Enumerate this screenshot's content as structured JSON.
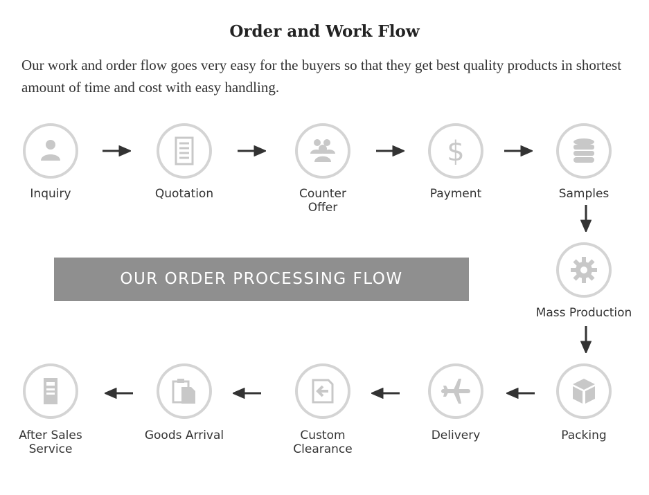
{
  "header": {
    "title": "Order and Work Flow",
    "intro": "Our work and order flow goes very easy for the buyers so that they get best quality products in shortest amount of time and cost with easy handling."
  },
  "diagram": {
    "banner": "OUR ORDER PROCESSING FLOW",
    "colors": {
      "circle_border": "#d4d4d4",
      "icon_gray": "#c8c8c8",
      "arrow": "#333333",
      "banner_bg": "#8f8f8f"
    },
    "steps": [
      {
        "id": "inquiry",
        "label_lines": [
          "Inquiry"
        ],
        "icon": "person-icon"
      },
      {
        "id": "quotation",
        "label_lines": [
          "Quotation"
        ],
        "icon": "document-icon"
      },
      {
        "id": "counter-offer",
        "label_lines": [
          "Counter",
          "Offer"
        ],
        "icon": "group-icon"
      },
      {
        "id": "payment",
        "label_lines": [
          "Payment"
        ],
        "icon": "dollar-icon"
      },
      {
        "id": "samples",
        "label_lines": [
          "Samples"
        ],
        "icon": "database-icon"
      },
      {
        "id": "mass-production",
        "label_lines": [
          "Mass Production"
        ],
        "icon": "gear-icon"
      },
      {
        "id": "packing",
        "label_lines": [
          "Packing"
        ],
        "icon": "box-icon"
      },
      {
        "id": "delivery",
        "label_lines": [
          "Delivery"
        ],
        "icon": "airplane-icon"
      },
      {
        "id": "custom-clearance",
        "label_lines": [
          "Custom",
          "Clearance"
        ],
        "icon": "import-icon"
      },
      {
        "id": "goods-arrival",
        "label_lines": [
          "Goods Arrival"
        ],
        "icon": "clipboard-icon"
      },
      {
        "id": "after-sales-service",
        "label_lines": [
          "After Sales",
          "Service"
        ],
        "icon": "service-icon"
      }
    ]
  }
}
